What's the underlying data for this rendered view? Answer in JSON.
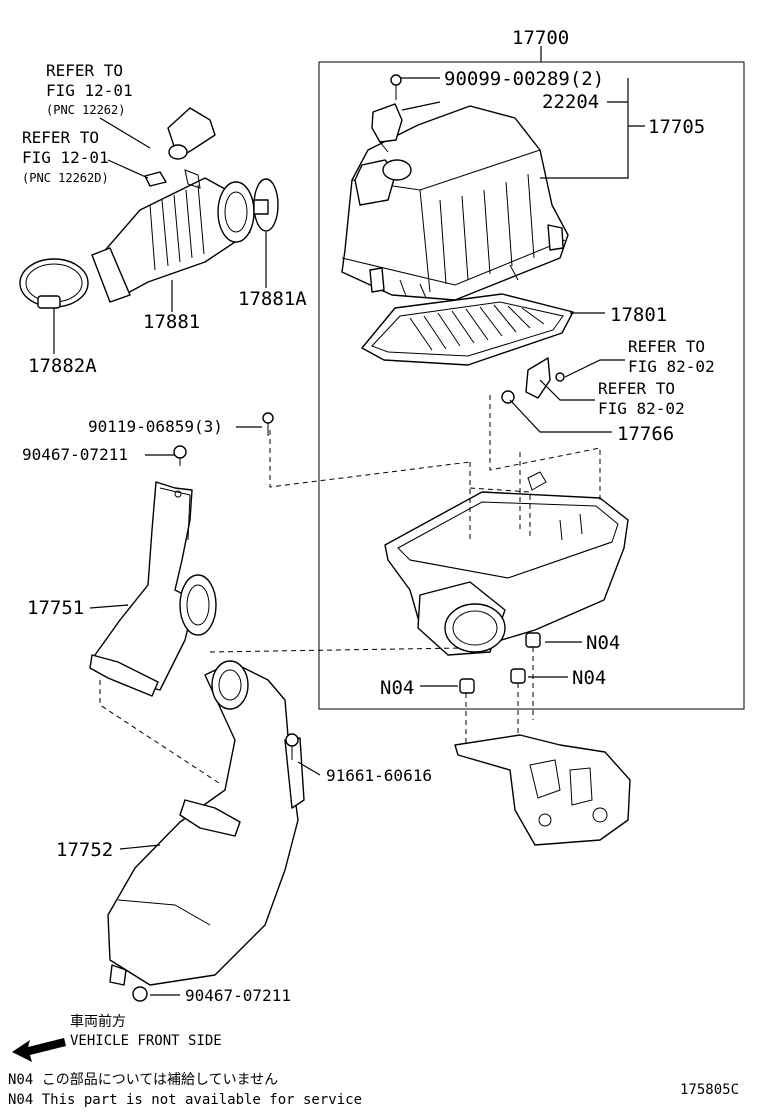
{
  "diagram": {
    "labels": {
      "assy": "17700",
      "bolt_top": "90099-00289(2)",
      "sensor": "22204",
      "cap": "17705",
      "filter": "17801",
      "bracket": "17766",
      "hose": "17881",
      "hose_clamp": "17881A",
      "clamp": "17882A",
      "bolt_mid": "90119-06859(3)",
      "grommet_a": "90467-07211",
      "inlet_upper": "17751",
      "bolt_lower": "91661-60616",
      "inlet_lower": "17752",
      "grommet_b": "90467-07211",
      "n04_a": "N04",
      "n04_b": "N04",
      "n04_c": "N04",
      "sheet_id": "175805C"
    },
    "refer_1": {
      "line1": "REFER TO",
      "line2": "FIG 12-01",
      "line3": "(PNC 12262)"
    },
    "refer_2": {
      "line1": "REFER TO",
      "line2": "FIG 12-01",
      "line3": "(PNC 12262D)"
    },
    "refer_3": {
      "line1": "REFER TO",
      "line2": "FIG 82-02"
    },
    "refer_4": {
      "line1": "REFER TO",
      "line2": "FIG 82-02"
    },
    "front": {
      "jp": "車両前方",
      "en": "VEHICLE FRONT SIDE"
    },
    "notes": [
      "N04  この部品については補給していません",
      "N04  This part is not available for service"
    ]
  }
}
